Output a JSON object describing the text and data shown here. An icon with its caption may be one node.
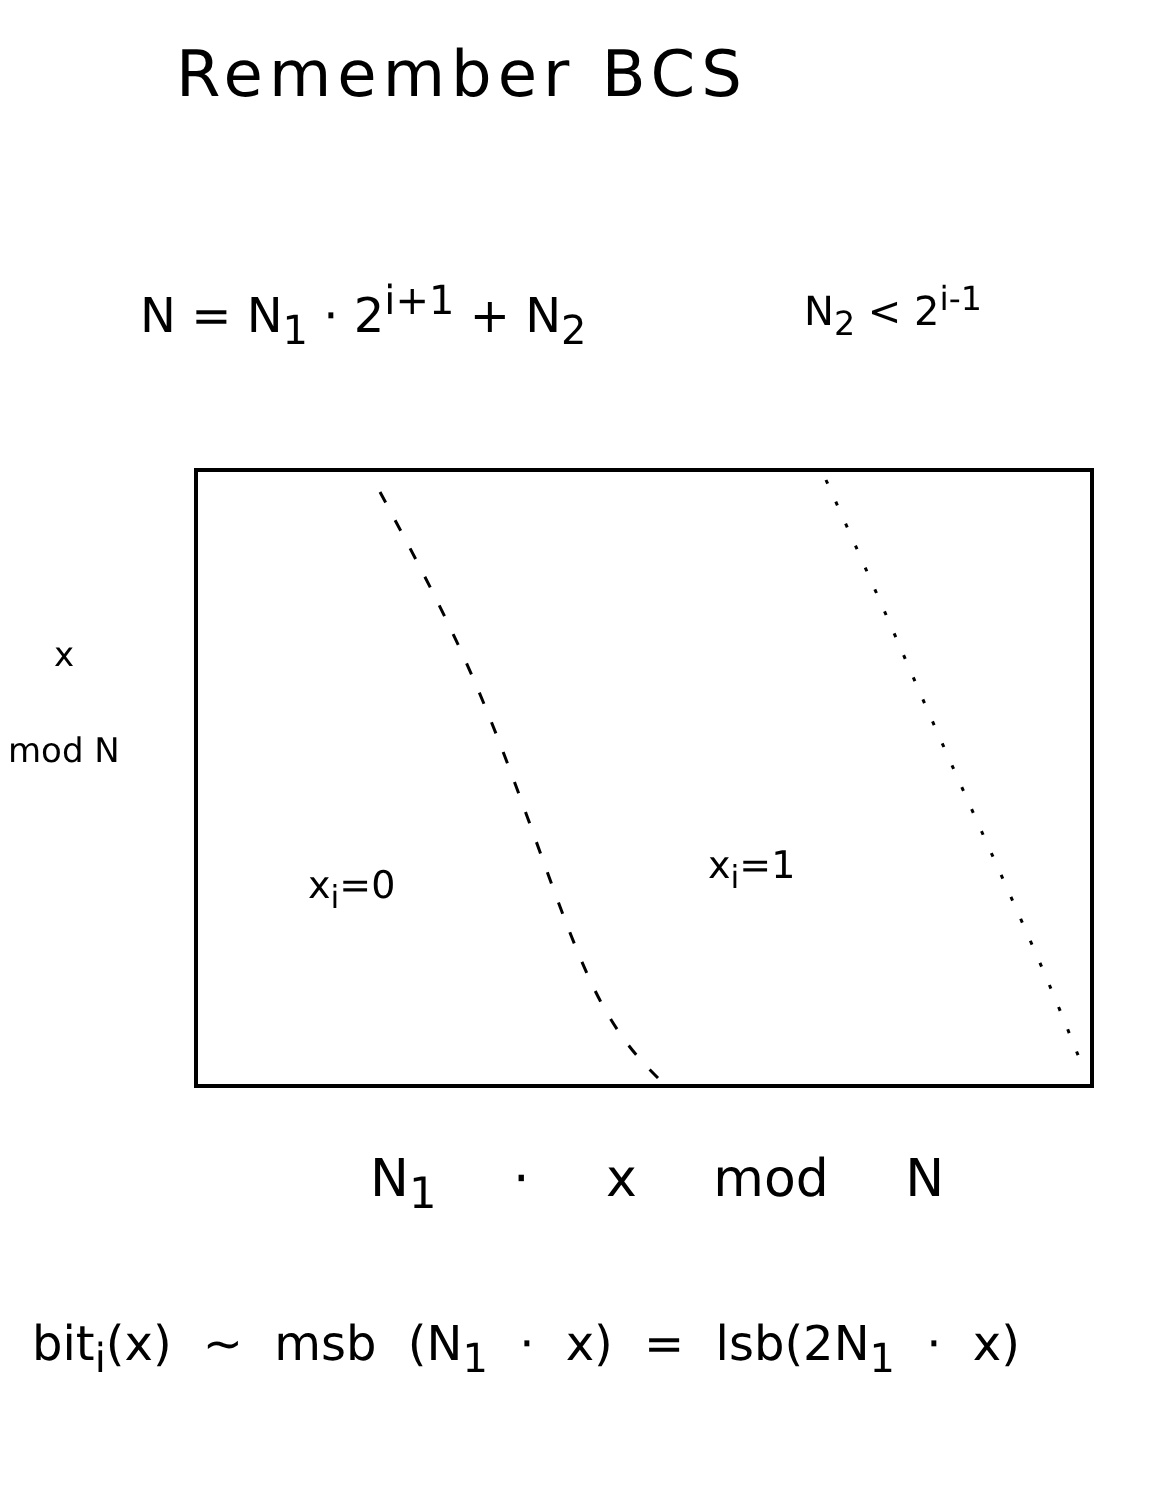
{
  "diagram": {
    "title": "Remember BCS",
    "nodes": [
      {
        "text": [
          "x$_{i}$=0",
          "x$_{i}$=1"
        ]
      }
    ],
    "labels": [
      "N = N$_{1}$ · 2$^{i+1}$ + N$_{2}$",
      "N$_{2}$ < 2$^{i-1}$",
      "x",
      "mod N",
      "N$_{1}$ · x mod N",
      "bit$_{i}$(x) ~ msb (N$_{1}$ · x) = lsb(2N$_{1}$ · x)"
    ]
  }
}
